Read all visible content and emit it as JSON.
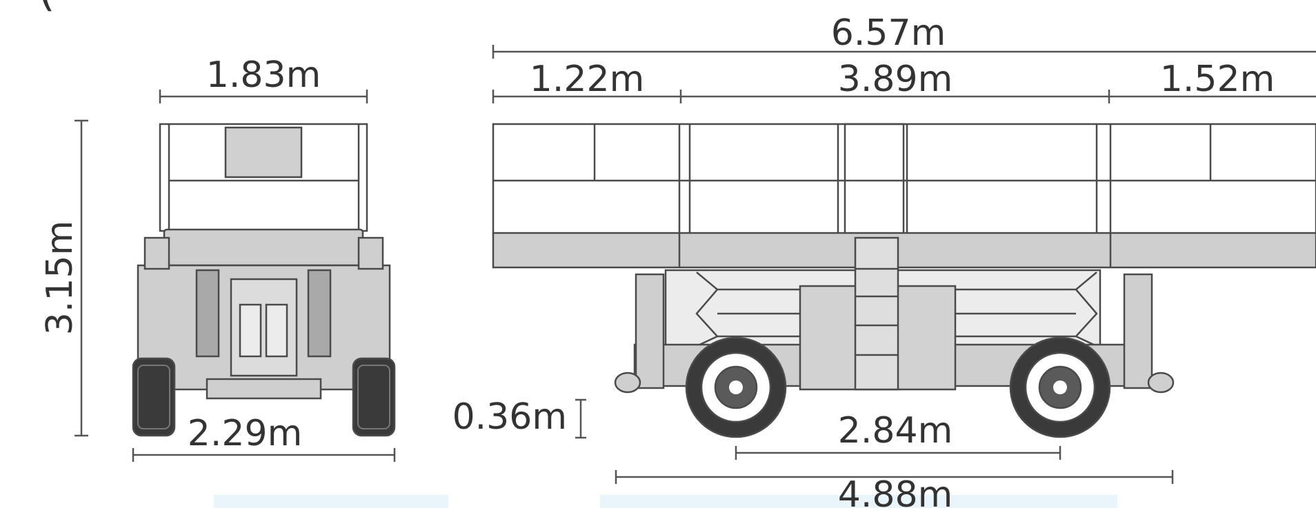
{
  "diagram": {
    "clipped_header": "(",
    "front_view": {
      "platform_width": "1.83m",
      "stowed_height": "3.15m",
      "overall_width": "2.29m"
    },
    "side_view": {
      "platform_length": "6.57m",
      "front_extension": "1.22m",
      "deck_length": "3.89m",
      "rear_extension": "1.52m",
      "ground_clearance": "0.36m",
      "wheelbase": "2.84m",
      "chassis_length": "4.88m"
    },
    "colors": {
      "body_fill": "#cfcfcf",
      "dark_fill": "#a9a9a9",
      "panel_fill": "#e9e9e9",
      "tire_fill": "#3a3a3a",
      "line": "#4a4a4a",
      "accent_band": "#eaf4fb"
    }
  }
}
